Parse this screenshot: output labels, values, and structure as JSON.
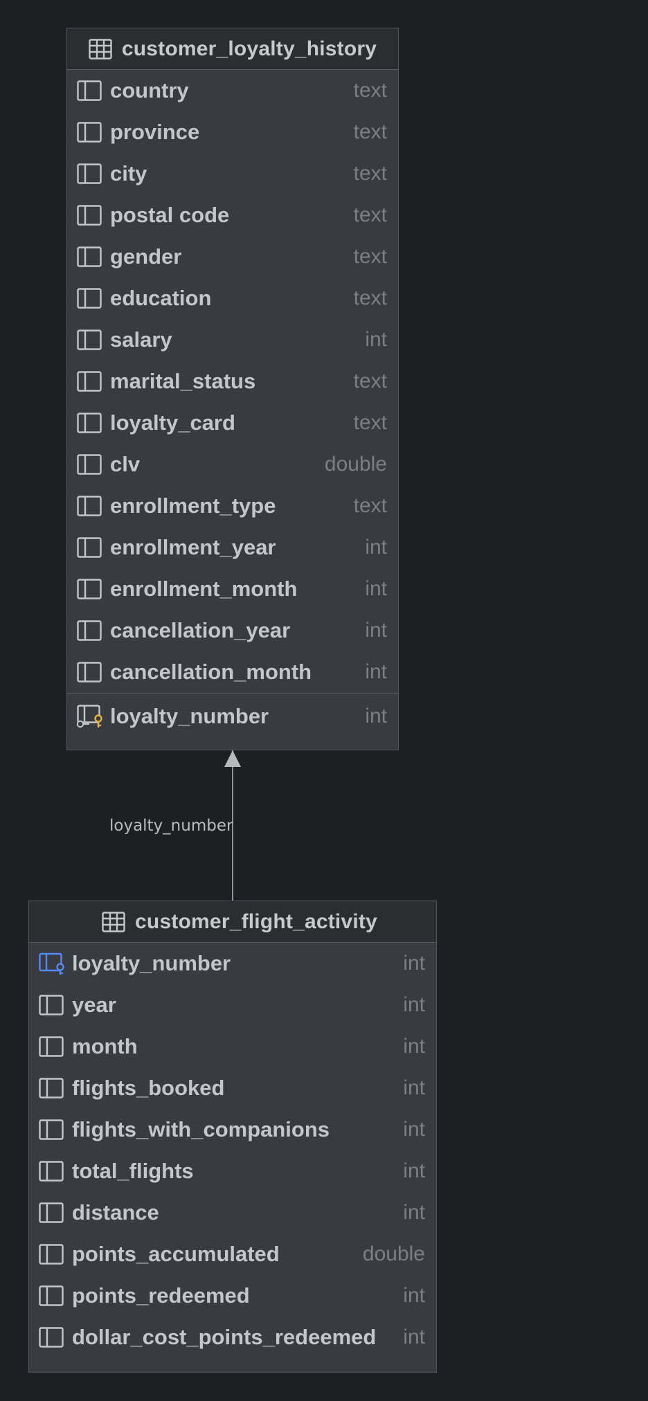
{
  "tables": {
    "history": {
      "title": "customer_loyalty_history",
      "columns": [
        {
          "name": "country",
          "type": "text"
        },
        {
          "name": "province",
          "type": "text"
        },
        {
          "name": "city",
          "type": "text"
        },
        {
          "name": "postal code",
          "type": "text"
        },
        {
          "name": "gender",
          "type": "text"
        },
        {
          "name": "education",
          "type": "text"
        },
        {
          "name": "salary",
          "type": "int"
        },
        {
          "name": "marital_status",
          "type": "text"
        },
        {
          "name": "loyalty_card",
          "type": "text"
        },
        {
          "name": "clv",
          "type": "double"
        },
        {
          "name": "enrollment_type",
          "type": "text"
        },
        {
          "name": "enrollment_year",
          "type": "int"
        },
        {
          "name": "enrollment_month",
          "type": "int"
        },
        {
          "name": "cancellation_year",
          "type": "int"
        },
        {
          "name": "cancellation_month",
          "type": "int"
        }
      ],
      "primary_key": {
        "name": "loyalty_number",
        "type": "int"
      }
    },
    "activity": {
      "title": "customer_flight_activity",
      "columns": [
        {
          "name": "loyalty_number",
          "type": "int"
        },
        {
          "name": "year",
          "type": "int"
        },
        {
          "name": "month",
          "type": "int"
        },
        {
          "name": "flights_booked",
          "type": "int"
        },
        {
          "name": "flights_with_companions",
          "type": "int"
        },
        {
          "name": "total_flights",
          "type": "int"
        },
        {
          "name": "distance",
          "type": "int"
        },
        {
          "name": "points_accumulated",
          "type": "double"
        },
        {
          "name": "points_redeemed",
          "type": "int"
        },
        {
          "name": "dollar_cost_points_redeemed",
          "type": "int"
        }
      ]
    }
  },
  "relation": {
    "label": "loyalty_number"
  },
  "colors": {
    "background": "#1e1f22",
    "card": "#393b40",
    "header": "#2b2d30",
    "key_gold": "#e3b341",
    "fk_blue": "#548af7"
  }
}
